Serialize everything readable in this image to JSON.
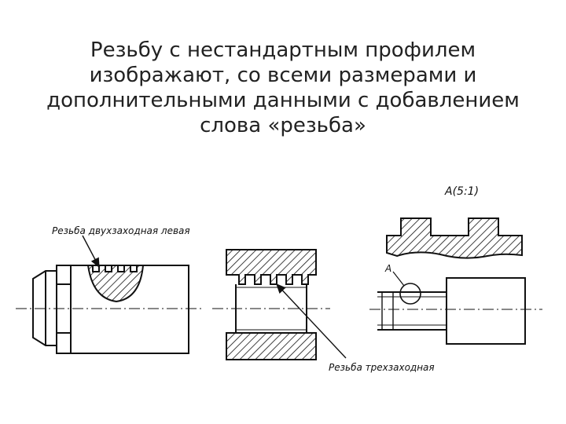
{
  "title": {
    "line1": "Резьбу с нестандартным профилем",
    "line2": "изображают, со всеми размерами и",
    "line3": "дополнительными данными с добавлением",
    "line4": "слова «резьба»"
  },
  "figure": {
    "left_label": "Резьба двухзаходная левая",
    "center_label": "Резьба трехзаходная",
    "detail_label": "A(5:1)",
    "view_marker": "A"
  },
  "colors": {
    "line": "#111111",
    "text": "#222222",
    "background": "#ffffff"
  }
}
